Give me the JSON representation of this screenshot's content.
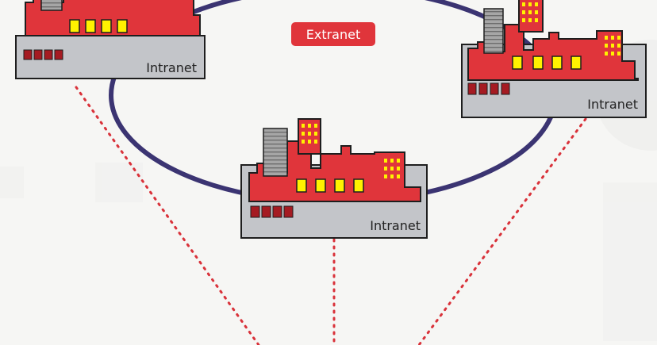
{
  "diagram": {
    "ring_label": "Extranet",
    "nodes": [
      {
        "id": "intranet-top-left",
        "label": "Intranet"
      },
      {
        "id": "intranet-top-right",
        "label": "Intranet"
      },
      {
        "id": "intranet-center",
        "label": "Intranet"
      }
    ]
  },
  "colors": {
    "background": "#f6f6f4",
    "ring": "#3b3472",
    "factory_red": "#e0353b",
    "factory_outline": "#1e1e1e",
    "base_gray": "#c3c5c9",
    "window_yellow": "#fff200",
    "window_dark_red": "#a51b22",
    "tower_gray": "#a6a6a6",
    "tower_stripe": "#6d6d6d",
    "label_bg_red": "#e0353b",
    "label_text": "#ffffff",
    "dotted_line": "#d9323a"
  }
}
